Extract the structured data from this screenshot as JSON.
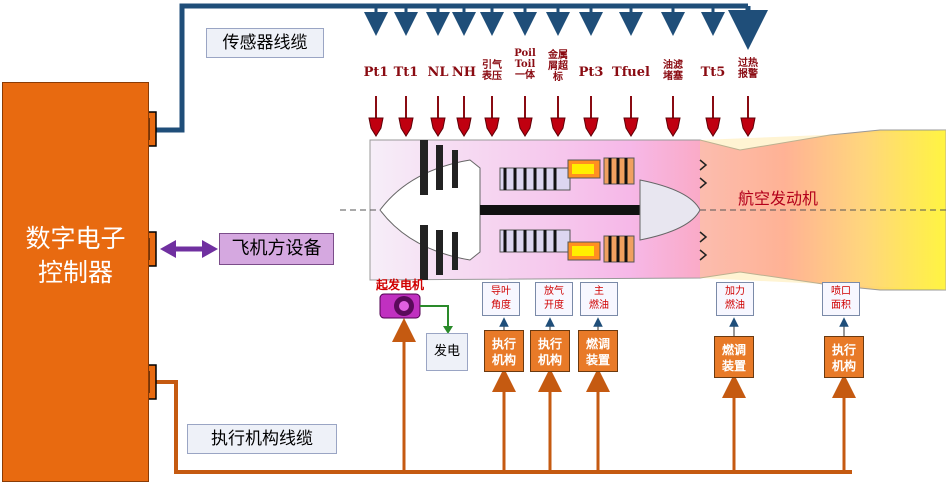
{
  "ecu": {
    "title_line1": "数字电子",
    "title_line2": "控制器"
  },
  "cables": {
    "sensor": "传感器线缆",
    "actuator": "执行机构线缆"
  },
  "aircraft_equipment": "飞机方设备",
  "engine_label": "航空发动机",
  "starter_generator": "起发电机",
  "generator_output": "发电",
  "sensors": [
    {
      "id": "pt1",
      "lines": [
        "Pt1"
      ]
    },
    {
      "id": "tt1",
      "lines": [
        "Tt1"
      ]
    },
    {
      "id": "nl",
      "lines": [
        "NL"
      ]
    },
    {
      "id": "nh",
      "lines": [
        "NH"
      ]
    },
    {
      "id": "bleed",
      "lines": [
        "引气",
        "表压"
      ]
    },
    {
      "id": "poil",
      "lines": [
        "Poil",
        "Toil",
        "一体"
      ]
    },
    {
      "id": "chip",
      "lines": [
        "金属",
        "屑超",
        "标"
      ]
    },
    {
      "id": "pt3",
      "lines": [
        "Pt3"
      ]
    },
    {
      "id": "tfuel",
      "lines": [
        "Tfuel"
      ]
    },
    {
      "id": "oil-filter",
      "lines": [
        "油滤",
        "堵塞"
      ]
    },
    {
      "id": "tt5",
      "lines": [
        "Tt5"
      ]
    },
    {
      "id": "overheat",
      "lines": [
        "过热",
        "报警"
      ]
    }
  ],
  "commands": [
    {
      "id": "guide-vane",
      "lines": [
        "导叶",
        "角度"
      ]
    },
    {
      "id": "bleed-valve",
      "lines": [
        "放气",
        "开度"
      ]
    },
    {
      "id": "main-fuel",
      "lines": [
        "主",
        "燃油"
      ]
    },
    {
      "id": "afterburner-fuel",
      "lines": [
        "加力",
        "燃油"
      ]
    },
    {
      "id": "nozzle-area",
      "lines": [
        "喷口",
        "面积"
      ]
    }
  ],
  "actuators": [
    {
      "id": "actuator-1",
      "lines": [
        "执行",
        "机构"
      ]
    },
    {
      "id": "actuator-2",
      "lines": [
        "执行",
        "机构"
      ]
    },
    {
      "id": "fuel-regulator-1",
      "lines": [
        "燃调",
        "装置"
      ]
    },
    {
      "id": "fuel-regulator-2",
      "lines": [
        "燃调",
        "装置"
      ]
    },
    {
      "id": "actuator-3",
      "lines": [
        "执行",
        "机构"
      ]
    }
  ],
  "colors": {
    "ecu": "#e86a10",
    "sensor_cable": "#1f4e79",
    "actuator_cable": "#c55a11",
    "aircraft_link": "#7030a0",
    "sensor_text": "#8a0b12",
    "command_text": "#d00000"
  }
}
